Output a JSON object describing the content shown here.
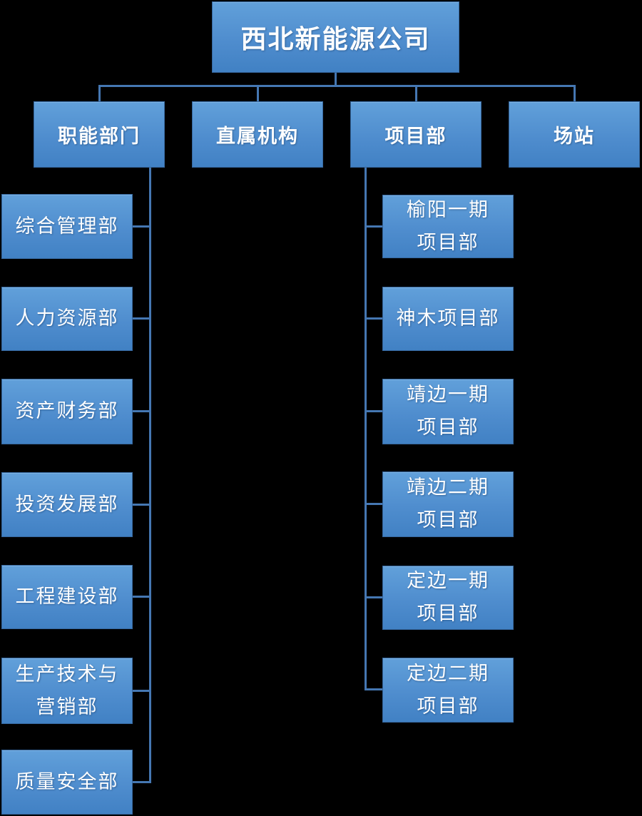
{
  "org": {
    "title": "西北新能源公司",
    "level2": [
      "职能部门",
      "直属机构",
      "项目部",
      "场站"
    ],
    "functional": [
      "综合管理部",
      "人力资源部",
      "资产财务部",
      "投资发展部",
      "工程建设部",
      "生产技术与\n营销部",
      "质量安全部"
    ],
    "projects": [
      "榆阳一期\n项目部",
      "神木项目部",
      "靖边一期\n项目部",
      "靖边二期\n项目部",
      "定边一期\n项目部",
      "定边二期\n项目部"
    ]
  },
  "colors": {
    "background": "#000000",
    "node_gradient_top": "#61a0da",
    "node_gradient_bottom": "#4181c4",
    "node_border": "#36679e",
    "connector": "#4577b2",
    "text": "#ffffff"
  }
}
